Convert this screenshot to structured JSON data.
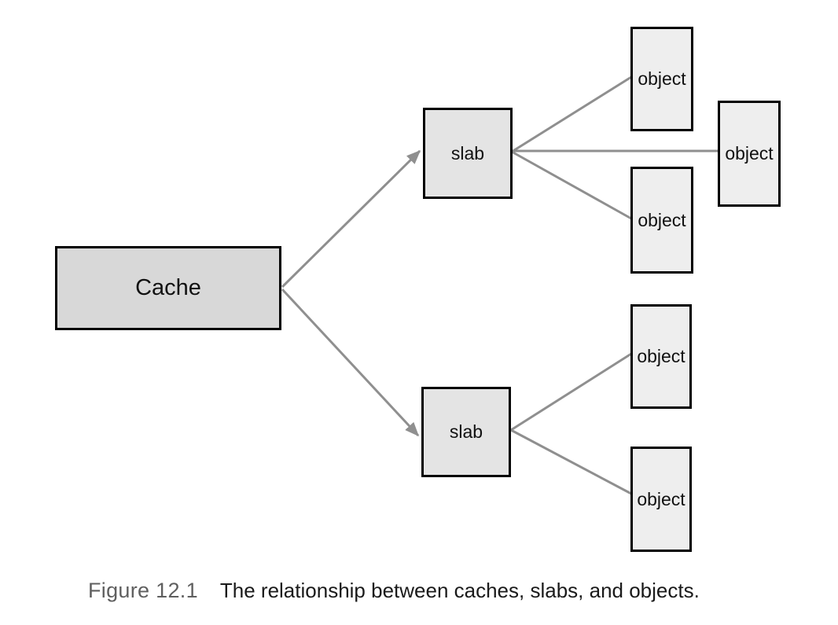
{
  "caption": {
    "figure_label": "Figure 12.1",
    "text": "The relationship between caches, slabs, and objects."
  },
  "nodes": {
    "cache": {
      "label": "Cache"
    },
    "slab_top": {
      "label": "slab"
    },
    "slab_bottom": {
      "label": "slab"
    },
    "object_1": {
      "label": "object"
    },
    "object_2": {
      "label": "object"
    },
    "object_3": {
      "label": "object"
    },
    "object_4": {
      "label": "object"
    },
    "object_5": {
      "label": "object"
    }
  },
  "connections": [
    {
      "from": "cache",
      "to": "slab_top",
      "arrow": true
    },
    {
      "from": "cache",
      "to": "slab_bottom",
      "arrow": true
    },
    {
      "from": "slab_top",
      "to": "object_1",
      "arrow": false
    },
    {
      "from": "slab_top",
      "to": "object_2",
      "arrow": false
    },
    {
      "from": "slab_top",
      "to": "object_3",
      "arrow": false
    },
    {
      "from": "slab_bottom",
      "to": "object_4",
      "arrow": false
    },
    {
      "from": "slab_bottom",
      "to": "object_5",
      "arrow": false
    }
  ],
  "colors": {
    "cache_fill": "#d8d8d8",
    "slab_fill": "#e4e4e4",
    "object_fill": "#eeeeee",
    "border": "#000000",
    "connector": "#8f8f8f",
    "caption_label": "#5f5f5f",
    "caption_text": "#1a1a1a"
  }
}
